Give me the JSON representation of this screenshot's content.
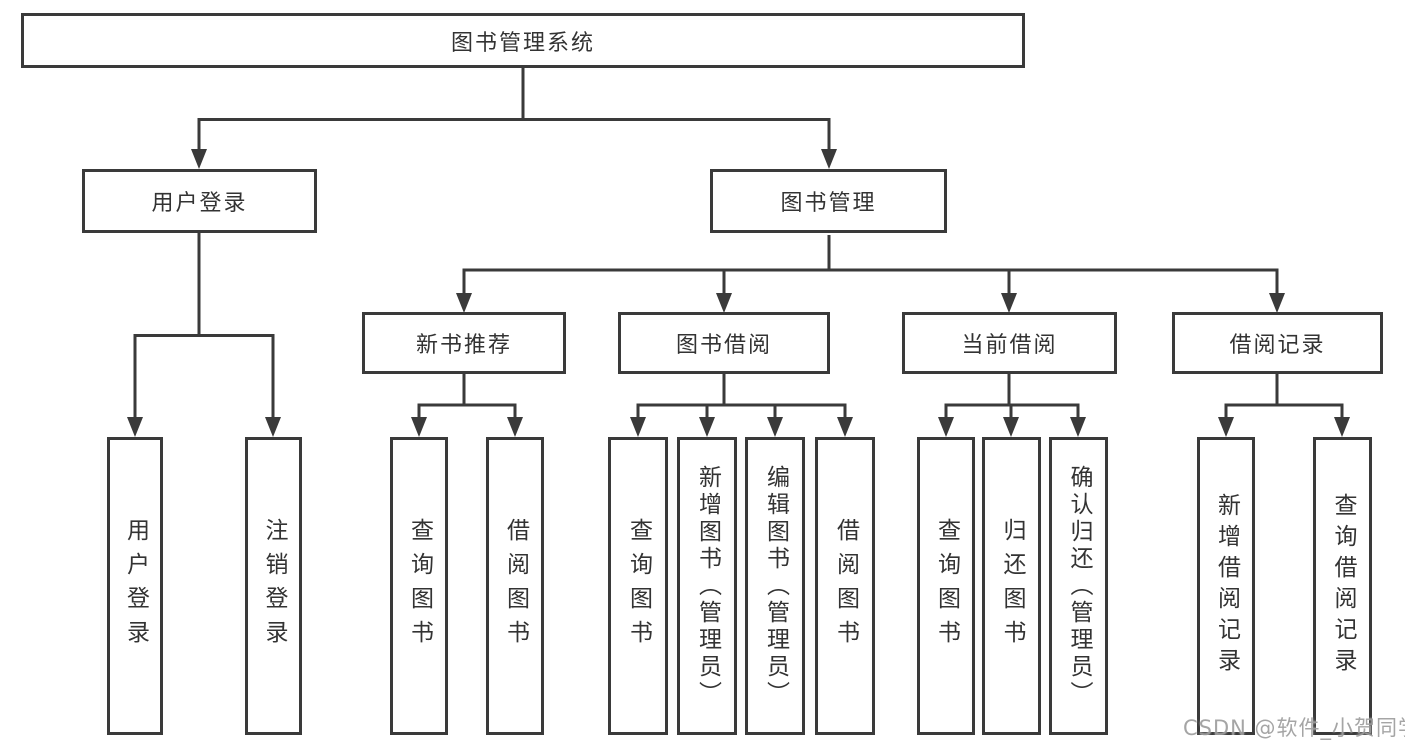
{
  "diagram": {
    "root": "图书管理系统",
    "level2": [
      {
        "label": "用户登录",
        "leaves": [
          "用户登录",
          "注销登录"
        ]
      },
      {
        "label": "图书管理",
        "level3": [
          {
            "label": "新书推荐",
            "leaves": [
              "查询图书",
              "借阅图书"
            ]
          },
          {
            "label": "图书借阅",
            "leaves": [
              "查询图书",
              "新增图书（管理员）",
              "编辑图书（管理员）",
              "借阅图书"
            ]
          },
          {
            "label": "当前借阅",
            "leaves": [
              "查询图书",
              "归还图书",
              "确认归还（管理员）"
            ]
          },
          {
            "label": "借阅记录",
            "leaves": [
              "新增借阅记录",
              "查询借阅记录"
            ]
          }
        ]
      }
    ]
  },
  "watermark": "CSDN @软件_小贺同学",
  "colors": {
    "line": "#3a3a3a",
    "box_fill": "#ffffff",
    "text": "#333333",
    "watermark": "#9e9e9e",
    "background": "#ffffff"
  }
}
